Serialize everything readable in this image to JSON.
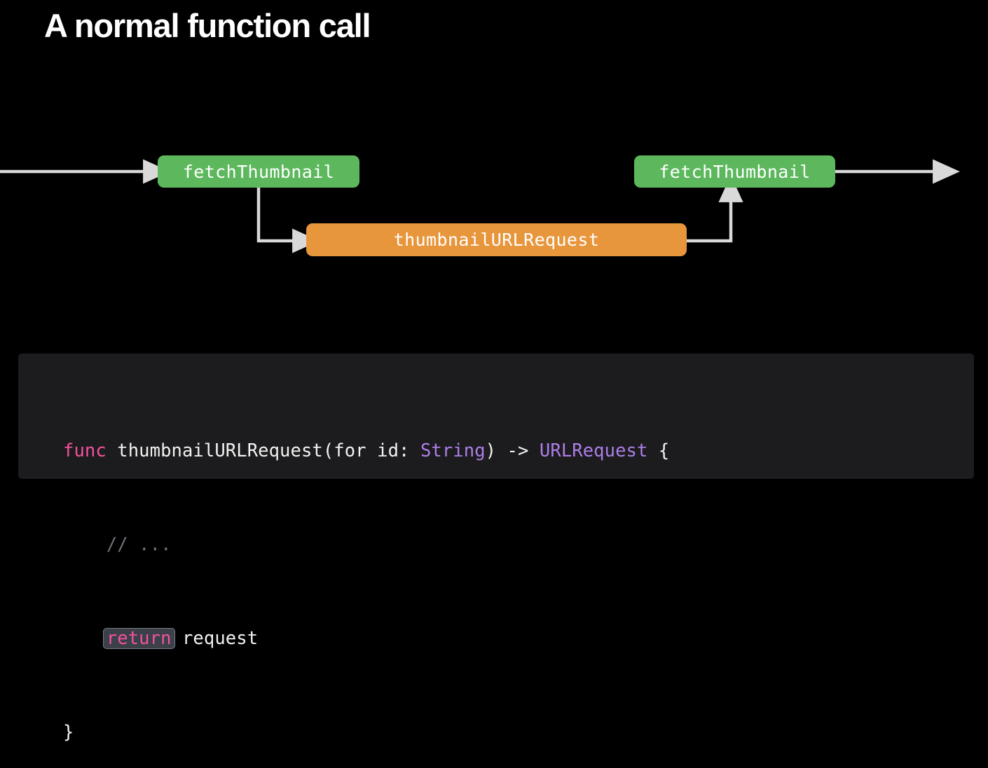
{
  "slide": {
    "title": "A normal function call",
    "background_color": "#000000"
  },
  "colors": {
    "green_node": "#5DB85D",
    "orange_node": "#E8963C",
    "arrow": "#D9D9D9",
    "code_background": "#1C1C1E",
    "keyword_pink": "#F2529F",
    "type_purple": "#AC7FE8",
    "comment_gray": "#6F7278",
    "plain_text": "#F2F2F2",
    "highlight_fill": "#3B4049",
    "highlight_border": "#777C86"
  },
  "diagram": {
    "nodes": [
      {
        "id": "fetch-left",
        "label": "fetchThumbnail",
        "kind": "function-node",
        "color": "#5DB85D"
      },
      {
        "id": "request",
        "label": "thumbnailURLRequest",
        "kind": "function-node",
        "color": "#E8963C"
      },
      {
        "id": "fetch-right",
        "label": "fetchThumbnail",
        "kind": "function-node",
        "color": "#5DB85D"
      }
    ],
    "edges": [
      {
        "id": "edge-enter",
        "from": "offscreen-left",
        "to": "fetch-left",
        "style": "straight-right"
      },
      {
        "id": "edge-call",
        "from": "fetch-left",
        "to": "request",
        "style": "down-then-right"
      },
      {
        "id": "edge-return",
        "from": "request",
        "to": "fetch-right",
        "style": "right-then-up"
      },
      {
        "id": "edge-exit",
        "from": "fetch-right",
        "to": "offscreen-right",
        "style": "straight-right"
      }
    ]
  },
  "code": {
    "language": "swift",
    "lines": [
      {
        "number": 1,
        "tokens": [
          {
            "text": "func",
            "type": "keyword"
          },
          {
            "text": " thumbnailURLRequest(for id: ",
            "type": "plain"
          },
          {
            "text": "String",
            "type": "type"
          },
          {
            "text": ") -> ",
            "type": "plain"
          },
          {
            "text": "URLRequest",
            "type": "type"
          },
          {
            "text": " {",
            "type": "plain"
          }
        ]
      },
      {
        "number": 2,
        "tokens": [
          {
            "text": "    ",
            "type": "plain"
          },
          {
            "text": "// ...",
            "type": "comment"
          }
        ]
      },
      {
        "number": 3,
        "tokens": [
          {
            "text": "    ",
            "type": "plain"
          },
          {
            "text": "return",
            "type": "keyword-highlighted"
          },
          {
            "text": " request",
            "type": "plain"
          }
        ]
      },
      {
        "number": 4,
        "tokens": [
          {
            "text": "}",
            "type": "plain"
          }
        ]
      }
    ],
    "plain_text": "func thumbnailURLRequest(for id: String) -> URLRequest {\n    // ...\n    return request\n}"
  }
}
